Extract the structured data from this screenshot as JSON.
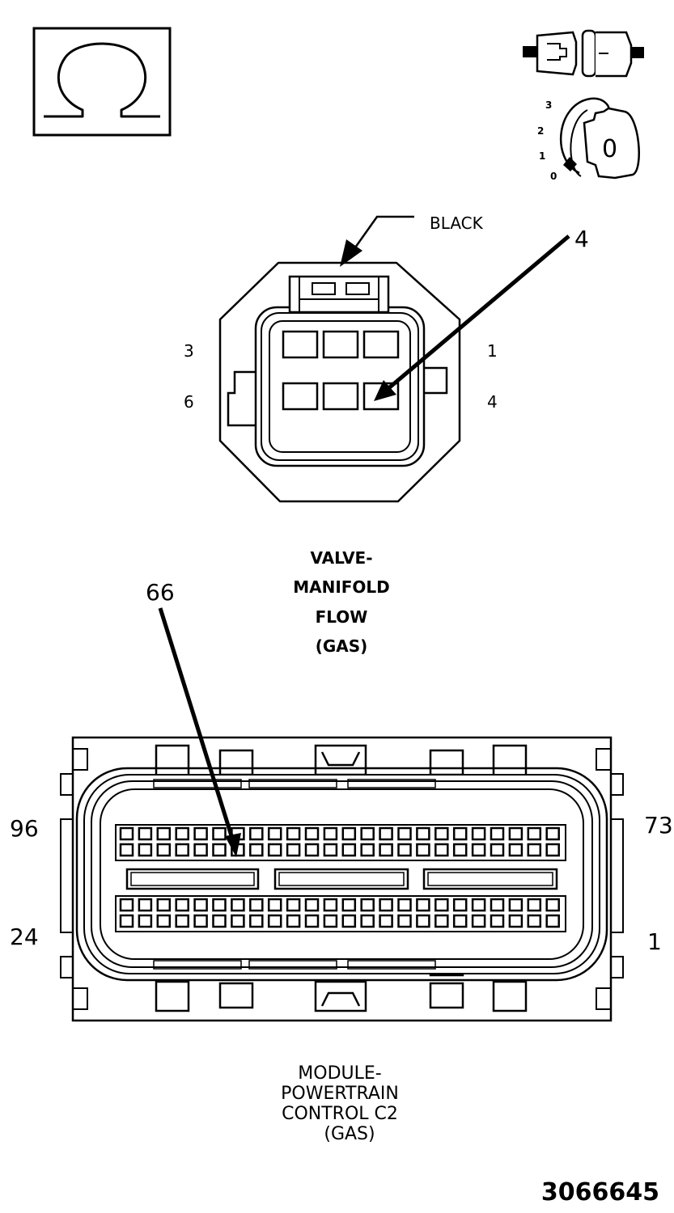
{
  "colors": {
    "ink": "#000000",
    "paper": "#ffffff"
  },
  "icons": {
    "resistance": "ohm-symbol-icon",
    "disconnect": "connector-disconnect-icon",
    "ignition": "ignition-key-icon"
  },
  "ignition": {
    "positions": [
      "3",
      "2",
      "1",
      "0"
    ],
    "key_label": "0"
  },
  "valve_connector": {
    "color_label": "BLACK",
    "callout_pin": "4",
    "pin_labels": {
      "top_left": "3",
      "top_right": "1",
      "bottom_left": "6",
      "bottom_right": "4"
    },
    "title_lines": [
      "VALVE-",
      "MANIFOLD",
      "FLOW",
      "(GAS)"
    ]
  },
  "pcm_connector": {
    "callout_pin": "66",
    "pin_labels": {
      "top_left": "96",
      "top_right": "73",
      "bottom_left": "24",
      "bottom_right": "1"
    },
    "title_lines": [
      "MODULE-",
      "POWERTRAIN",
      "CONTROL C2",
      "(GAS)"
    ]
  },
  "figure_id": "3066645"
}
